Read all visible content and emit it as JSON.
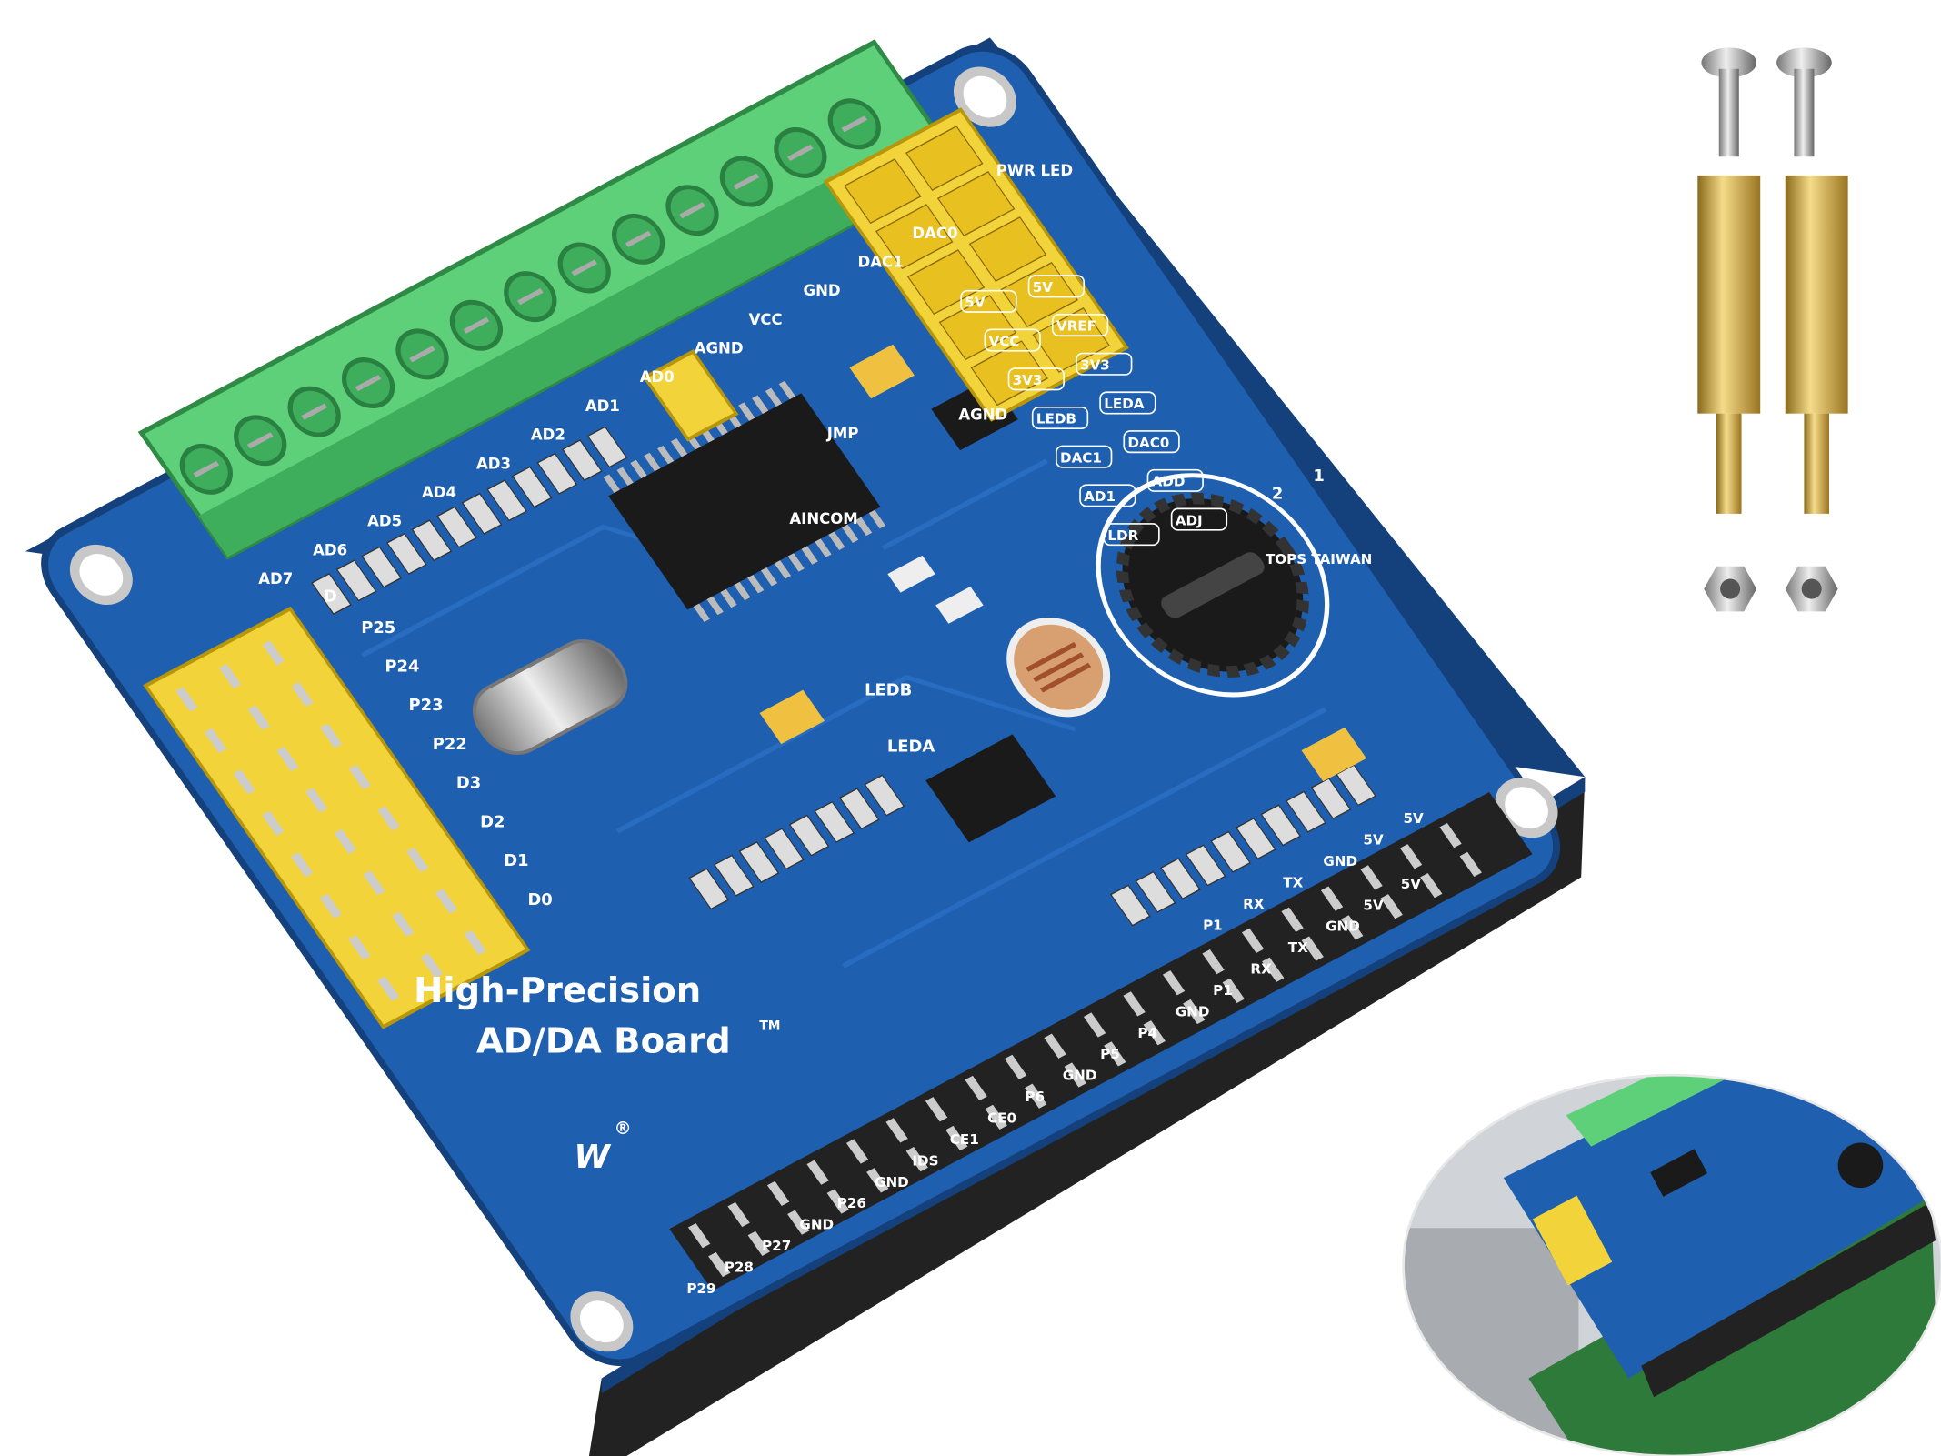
{
  "board": {
    "title_line1": "High-Precision",
    "title_line2": "AD/DA Board",
    "trademark": "TM",
    "registered": "®",
    "pwr_led": "PWR LED",
    "jmp": "JMP",
    "agnd": "AGND",
    "aincom": "AINCOM",
    "ledb": "LEDB",
    "leda": "LEDA",
    "pot_brand": "TOPS TAIWAN",
    "header_col_label": "D",
    "jumper_col_2": "2",
    "jumper_col_1": "1",
    "terminal_labels": [
      "AD7",
      "AD6",
      "AD5",
      "AD4",
      "AD3",
      "AD2",
      "AD1",
      "AD0",
      "AGND",
      "VCC",
      "GND",
      "DAC1",
      "DAC0"
    ],
    "jumper_labels": [
      [
        "5V",
        "5V"
      ],
      [
        "VCC",
        "VREF"
      ],
      [
        "3V3",
        "3V3"
      ],
      [
        "LEDB",
        "LEDA"
      ],
      [
        "DAC1",
        "DAC0"
      ],
      [
        "AD1",
        "ADD"
      ],
      [
        "LDR",
        "ADJ"
      ]
    ],
    "gpio_labels": [
      "P25",
      "P24",
      "P23",
      "P22",
      "D3",
      "D2",
      "D1",
      "D0"
    ],
    "pin_labels_top": [
      "P1",
      "RX",
      "TX",
      "GND",
      "5V",
      "5V"
    ],
    "pin_labels_bottom": [
      "P29",
      "P28",
      "P27",
      "GND",
      "P26",
      "GND",
      "IDS",
      "CE1",
      "CE0",
      "P6",
      "GND",
      "P5",
      "P4",
      "GND",
      "P1",
      "RX",
      "TX",
      "GND",
      "5V",
      "5V"
    ]
  },
  "colors": {
    "pcb_blue": "#1f5fb0",
    "pcb_edge": "#14407c",
    "terminal_green": "#5fd07a",
    "header_yellow": "#f2d43a",
    "brass": "#d9b24a"
  }
}
